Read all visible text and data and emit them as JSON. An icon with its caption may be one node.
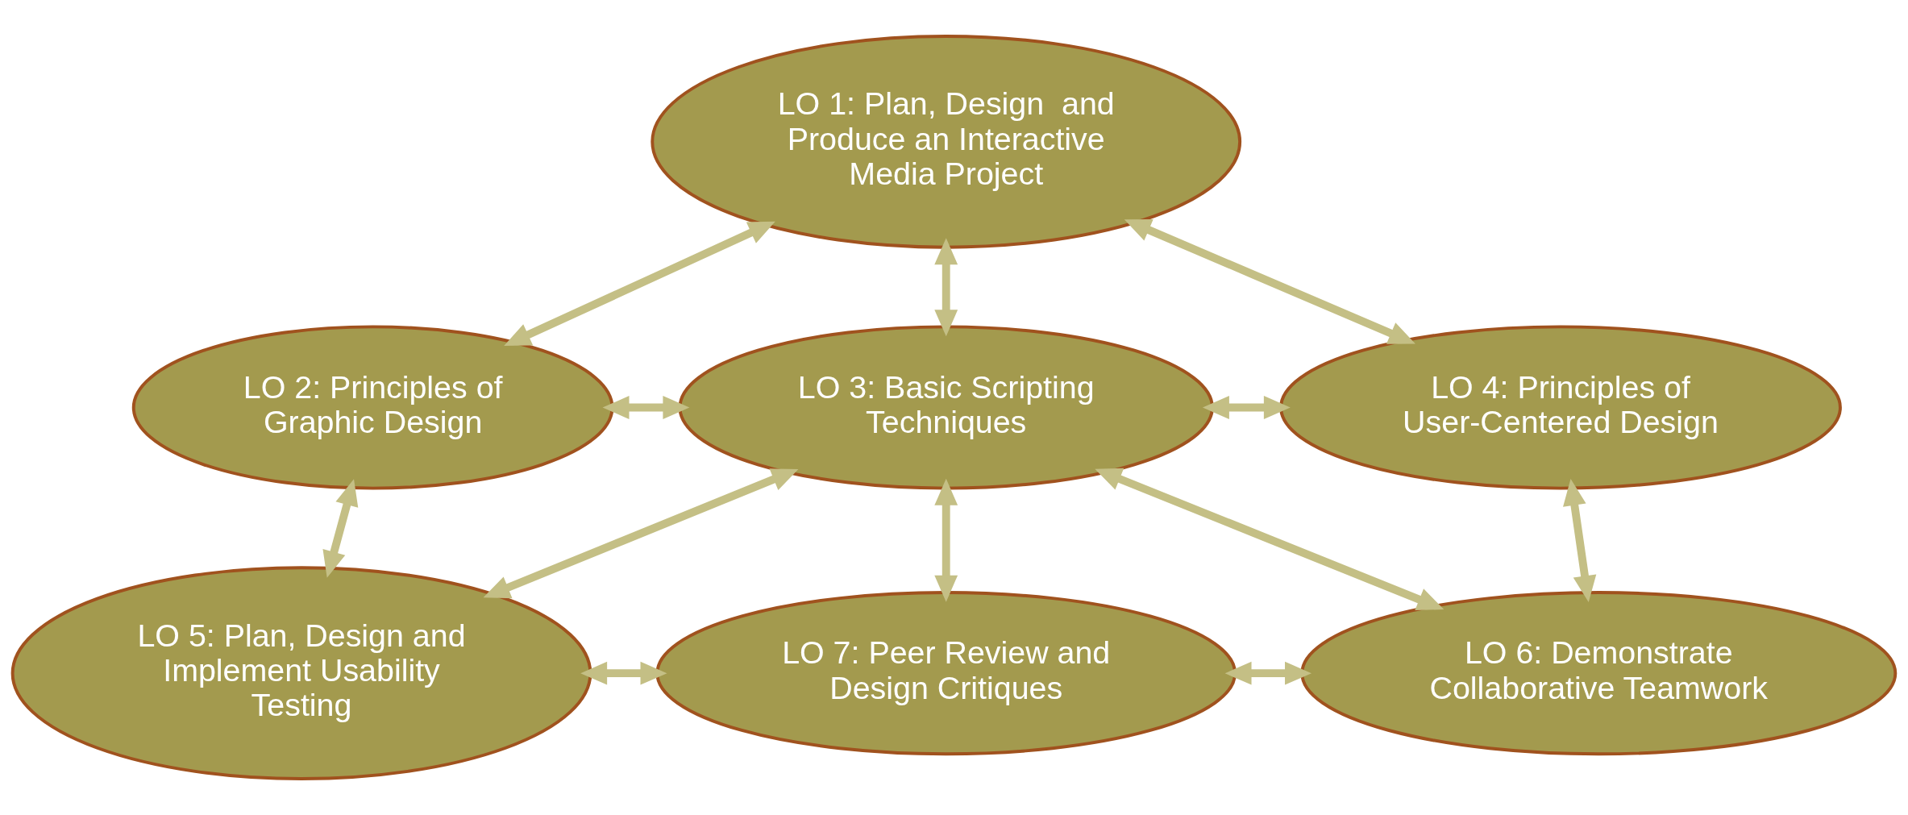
{
  "diagram": {
    "nodes": [
      {
        "text": [
          "LO 1: Plan, Design  and Produce an Interactive Media Project"
        ]
      },
      {
        "text": [
          "LO 2: Principles of Graphic Design"
        ]
      },
      {
        "text": [
          "LO 3: Basic Scripting Techniques"
        ]
      },
      {
        "text": [
          "LO 4: Principles of User-Centered Design"
        ]
      },
      {
        "text": [
          "LO 5: Plan, Design and Implement Usability Testing"
        ]
      },
      {
        "text": [
          "LO 6: Demonstrate Collaborative Teamwork"
        ]
      },
      {
        "text": [
          "LO 7: Peer Review and Design Critiques"
        ]
      }
    ],
    "edges": [
      {
        "from": 1,
        "to": 0,
        "arrow": "both"
      },
      {
        "from": 0,
        "to": 2,
        "arrow": "both"
      },
      {
        "from": 0,
        "to": 3,
        "arrow": "both"
      },
      {
        "from": 1,
        "to": 2,
        "arrow": "both"
      },
      {
        "from": 2,
        "to": 3,
        "arrow": "both"
      },
      {
        "from": 1,
        "to": 4,
        "arrow": "both"
      },
      {
        "from": 4,
        "to": 2,
        "arrow": "both"
      },
      {
        "from": 2,
        "to": 6,
        "arrow": "both"
      },
      {
        "from": 2,
        "to": 5,
        "arrow": "both"
      },
      {
        "from": 3,
        "to": 5,
        "arrow": "both"
      },
      {
        "from": 4,
        "to": 6,
        "arrow": "both"
      },
      {
        "from": 6,
        "to": 5,
        "arrow": "both"
      }
    ]
  }
}
